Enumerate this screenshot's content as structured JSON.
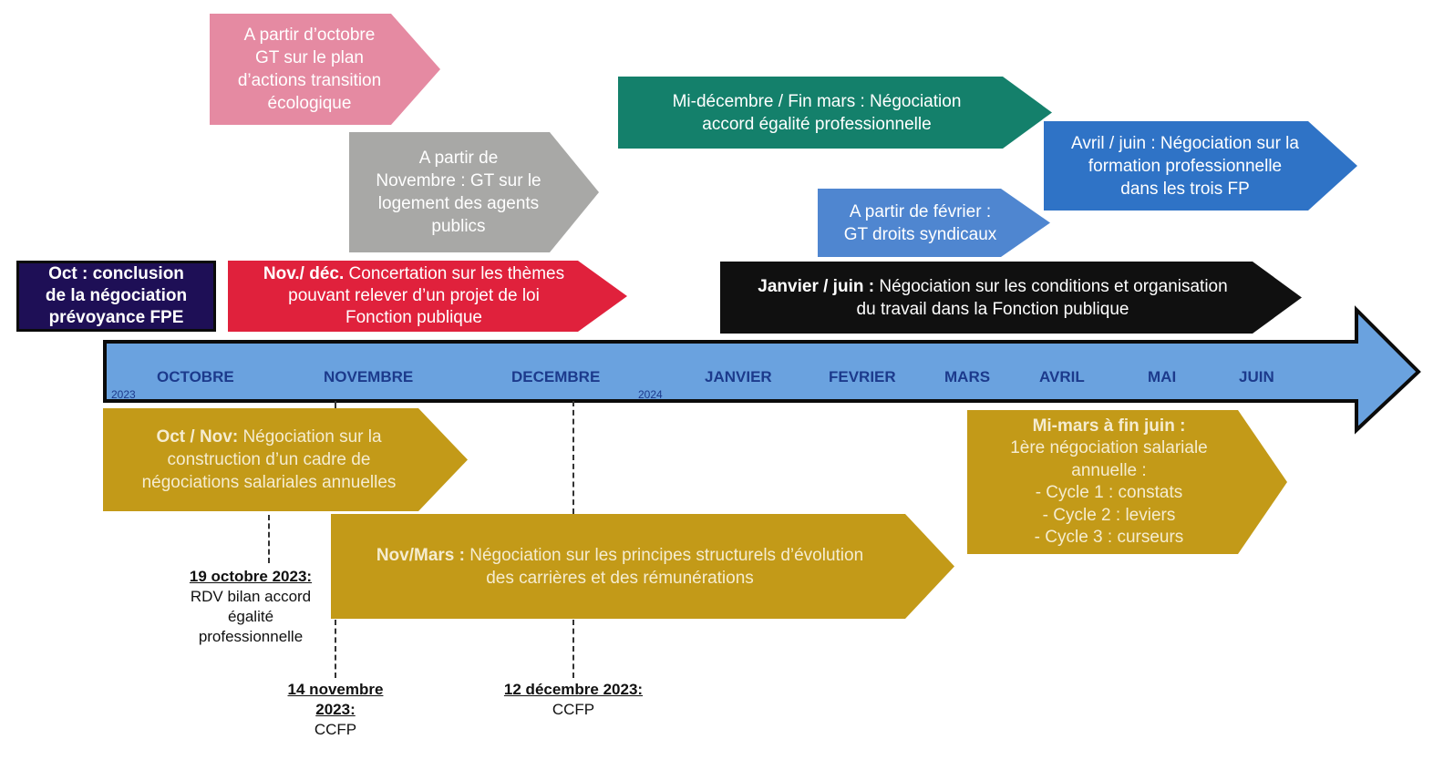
{
  "colors": {
    "pink": "#e58aa2",
    "grey": "#a8a8a6",
    "red": "#e0213c",
    "navy": "#1e0f56",
    "green": "#14806b",
    "blue": "#2f73c6",
    "mid_blue": "#4f86d0",
    "black": "#101010",
    "gold": "#c39a18",
    "timeline": "#6aa2df"
  },
  "boxes": {
    "ecologique": {
      "line1": "A partir d’octobre",
      "line2": "GT sur le plan",
      "line3": "d’actions transition",
      "line4": "écologique"
    },
    "logement": {
      "line1": "A  partir de",
      "line2": "Novembre : GT sur le",
      "line3": "logement des agents",
      "line4": "publics"
    },
    "prevoyance": {
      "line1": "Oct : conclusion",
      "line2": "de la négociation",
      "line3": "prévoyance FPE"
    },
    "concertation": {
      "lead": "Nov./ déc.",
      "line1": " Concertation sur les thèmes",
      "line2": "pouvant relever d’un projet de loi",
      "line3": "Fonction publique"
    },
    "egalite": {
      "line1": "Mi-décembre / Fin mars : Négociation",
      "line2": "accord égalité professionnelle"
    },
    "formation": {
      "line1": "Avril / juin : Négociation sur la",
      "line2": "formation professionnelle",
      "line3": "dans les trois FP"
    },
    "syndicaux": {
      "line1": "A partir de février :",
      "line2": "GT droits syndicaux"
    },
    "conditions": {
      "lead": "Janvier / juin :",
      "line1": " Négociation sur les conditions et organisation",
      "line2": "du travail dans la Fonction publique"
    },
    "salariales_cadre": {
      "lead": "Oct / Nov:",
      "line1": " Négociation  sur la",
      "line2": "construction d’un cadre de",
      "line3": "négociations salariales annuelles"
    },
    "carrieres": {
      "lead": "Nov/Mars :",
      "line1": " Négociation sur les principes structurels d’évolution",
      "line2": "des carrières et des rémunérations"
    },
    "salariale_annuelle": {
      "lead": "Mi-mars à fin juin :",
      "line1": "1ère négociation salariale",
      "line2": "annuelle :",
      "line3": "-   Cycle 1 : constats",
      "line4": "- Cycle 2 : leviers",
      "line5": "-   Cycle 3 : curseurs"
    }
  },
  "timeline": {
    "months": [
      "OCTOBRE",
      "NOVEMBRE",
      "DECEMBRE",
      "JANVIER",
      "FEVRIER",
      "MARS",
      "AVRIL",
      "MAI",
      "JUIN"
    ],
    "year1": "2023",
    "year2": "2024"
  },
  "notes": {
    "oct19": {
      "date": "19 octobre 2023:",
      "l1": "RDV bilan accord",
      "l2": "égalité",
      "l3": "professionnelle"
    },
    "nov14": {
      "date1": "14 novembre",
      "date2": "2023:",
      "l1": "CCFP"
    },
    "dec12": {
      "date": "12 décembre 2023:",
      "l1": "CCFP"
    }
  }
}
